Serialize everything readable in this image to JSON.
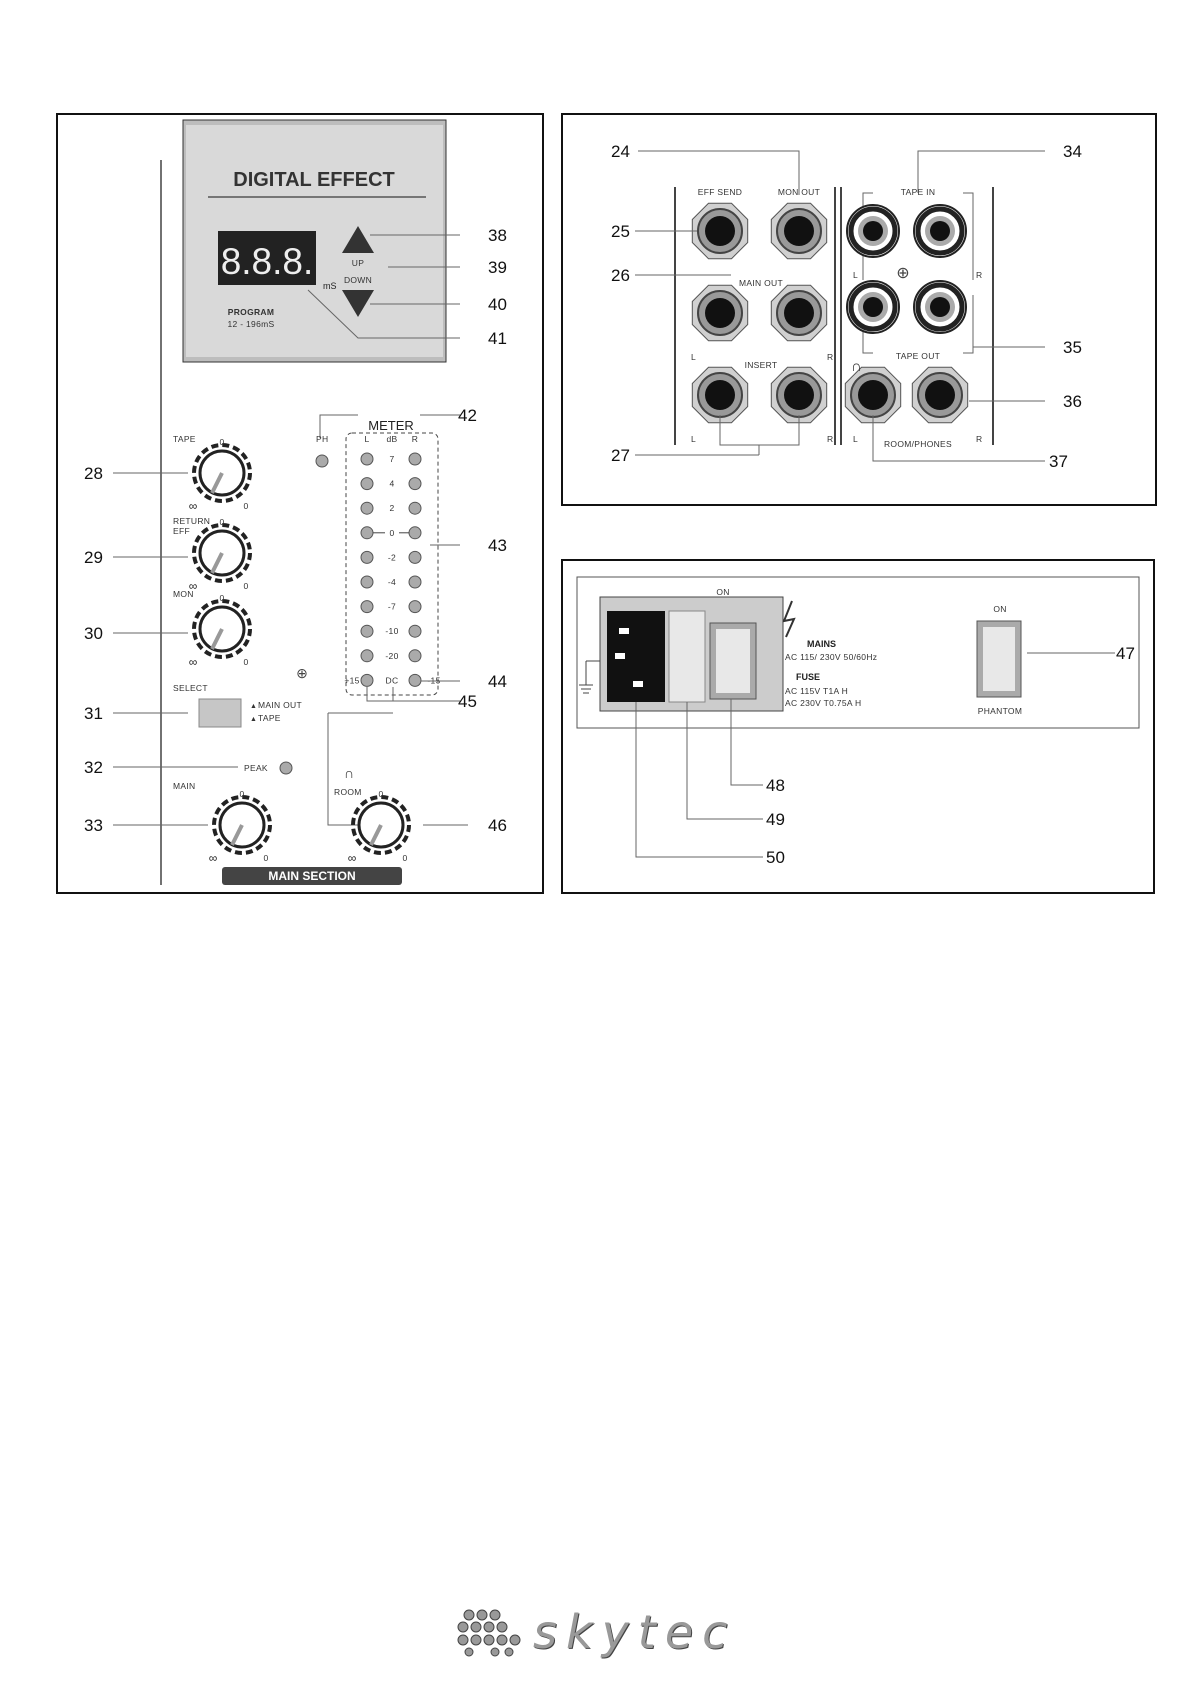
{
  "main_panel": {
    "effect_title": "DIGITAL EFFECT",
    "display": "8.8.8.",
    "display_unit": "mS",
    "up_label": "UP",
    "down_label": "DOWN",
    "program_label": "PROGRAM",
    "program_range": "12 - 196mS",
    "knobs": [
      {
        "label": "TAPE",
        "label2": "",
        "callout": "28"
      },
      {
        "label": "RETURN",
        "label2": "EFF",
        "callout": "29"
      },
      {
        "label": "MON",
        "label2": "",
        "callout": "30"
      }
    ],
    "knob_zero": "0",
    "knob_inf": "∞",
    "knob_min": "0",
    "meter_title": "METER",
    "meter_ph": "PH",
    "meter_l": "L",
    "meter_db": "dB",
    "meter_r": "R",
    "meter_scale": [
      "7",
      "4",
      "2",
      "0",
      "-2",
      "-4",
      "-7",
      "-10",
      "-20",
      "+15"
    ],
    "meter_dc": "DC",
    "meter_r15": "-15",
    "select_label": "SELECT",
    "select_main_out": "MAIN OUT",
    "select_tape": "TAPE",
    "peak_label": "PEAK",
    "main_label": "MAIN",
    "room_label": "ROOM",
    "section_title": "MAIN SECTION",
    "callouts": {
      "c38": "38",
      "c39": "39",
      "c40": "40",
      "c41": "41",
      "c42": "42",
      "c43": "43",
      "c44": "44",
      "c45": "45",
      "c31": "31",
      "c32": "32",
      "c33": "33",
      "c46": "46"
    }
  },
  "jacks_panel": {
    "eff_send": "EFF SEND",
    "mon_out": "MON OUT",
    "main_out": "MAIN OUT",
    "insert": "INSERT",
    "tape_in": "TAPE IN",
    "tape_out": "TAPE OUT",
    "room_phones": "ROOM/PHONES",
    "l": "L",
    "r": "R",
    "callouts": {
      "c24": "24",
      "c25": "25",
      "c26": "26",
      "c27": "27",
      "c34": "34",
      "c35": "35",
      "c36": "36",
      "c37": "37"
    }
  },
  "power_panel": {
    "on_left": "ON",
    "mains": "MAINS",
    "mains_spec": "AC 115/ 230V 50/60Hz",
    "fuse": "FUSE",
    "fuse_1": "AC 115V T1A H",
    "fuse_2": "AC 230V T0.75A H",
    "on_right": "ON",
    "phantom": "PHANTOM",
    "callouts": {
      "c47": "47",
      "c48": "48",
      "c49": "49",
      "c50": "50"
    }
  },
  "brand": "skytec"
}
